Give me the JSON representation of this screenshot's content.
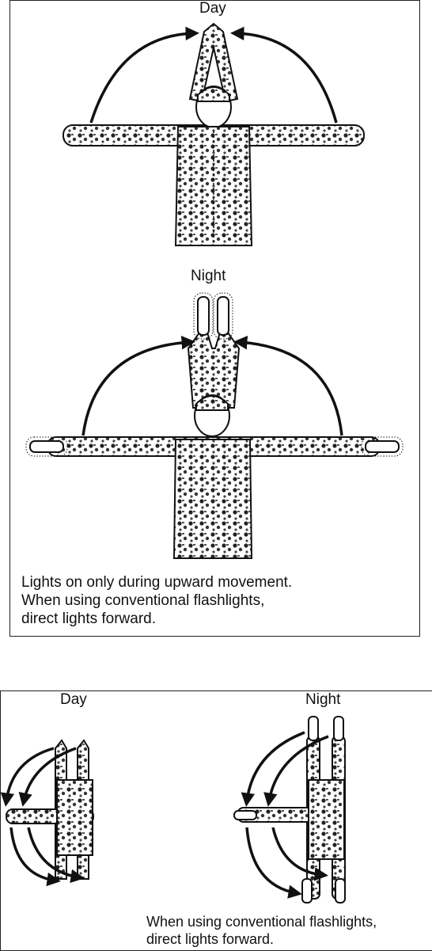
{
  "top_panel": {
    "day_label": "Day",
    "night_label": "Night",
    "caption_lines": [
      "Lights on only during upward movement.",
      "When using conventional flashlights,",
      "direct lights forward."
    ]
  },
  "bottom_panel": {
    "day_label": "Day",
    "night_label": "Night",
    "caption_lines": [
      "When using conventional flashlights,",
      "direct lights forward."
    ]
  }
}
